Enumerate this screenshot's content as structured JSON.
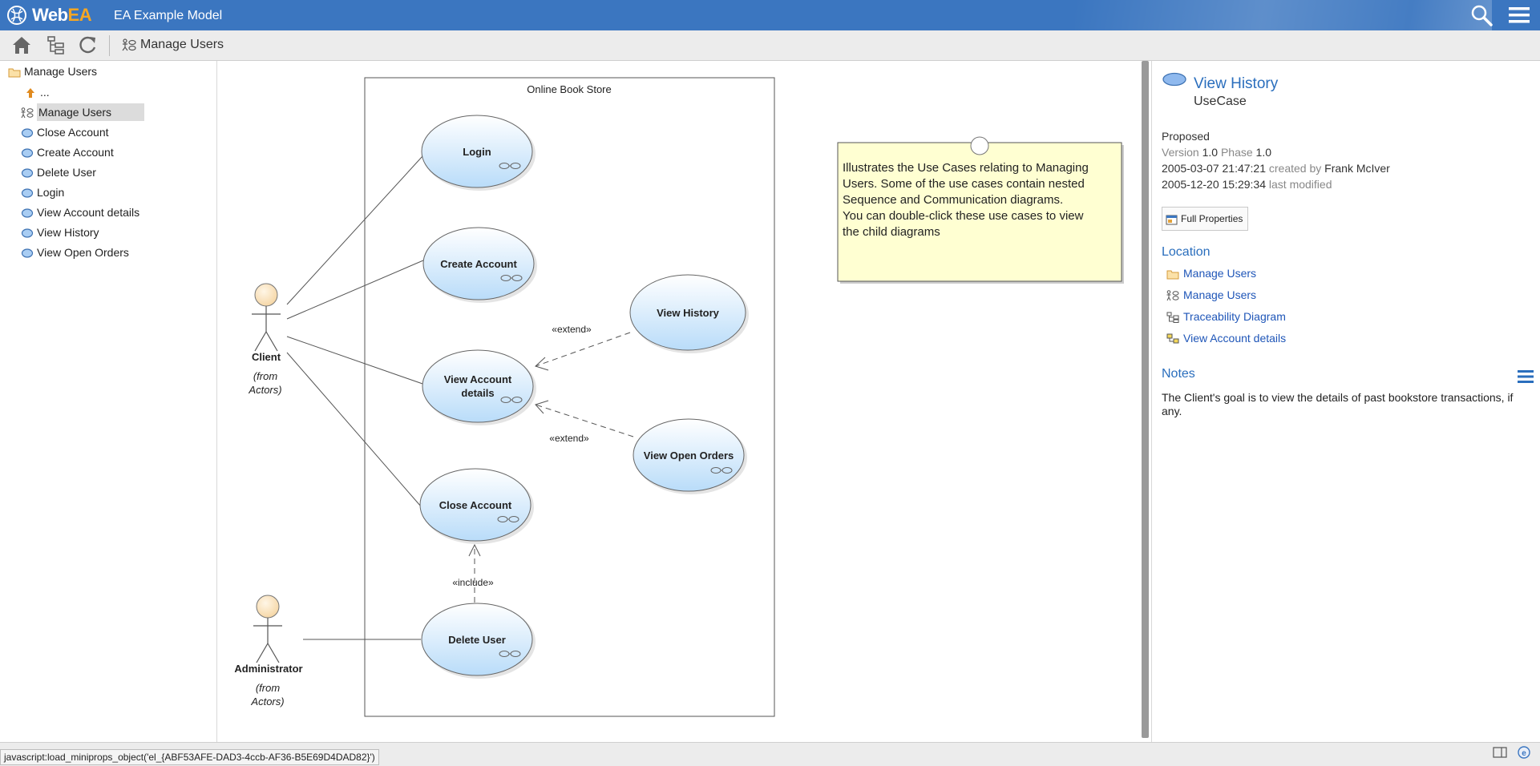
{
  "header": {
    "logo_text": "Web",
    "logo_accent": "EA",
    "model_title": "EA Example Model",
    "search_icon": "search-icon",
    "menu_icon": "hamburger-menu-icon",
    "brand_color": "#3b76c0",
    "accent_color": "#f6a623"
  },
  "toolbar": {
    "home_icon": "home-icon",
    "browser_icon": "tree-view-icon",
    "refresh_icon": "refresh-icon",
    "breadcrumb_icon": "usecase-diagram-icon",
    "breadcrumb": "Manage Users"
  },
  "tree": {
    "root": "Manage Users",
    "up": "...",
    "items": [
      {
        "label": "Manage Users",
        "icon": "diagram-icon",
        "selected": true
      },
      {
        "label": "Close Account",
        "icon": "usecase-icon"
      },
      {
        "label": "Create Account",
        "icon": "usecase-icon"
      },
      {
        "label": "Delete User",
        "icon": "usecase-icon"
      },
      {
        "label": "Login",
        "icon": "usecase-icon"
      },
      {
        "label": "View Account details",
        "icon": "usecase-icon"
      },
      {
        "label": "View History",
        "icon": "usecase-icon"
      },
      {
        "label": "View Open Orders",
        "icon": "usecase-icon"
      }
    ]
  },
  "diagram": {
    "boundary_title": "Online Book Store",
    "usecases": {
      "login": "Login",
      "create": "Create Account",
      "view_account_1": "View Account",
      "view_account_2": "details",
      "close": "Close Account",
      "delete": "Delete User",
      "history": "View History",
      "orders": "View Open Orders"
    },
    "actors": {
      "client": "Client",
      "client_from_1": "(from",
      "client_from_2": "Actors)",
      "admin": "Administrator",
      "admin_from_1": "(from",
      "admin_from_2": "Actors)"
    },
    "stereotypes": {
      "extend1": "«extend»",
      "extend2": "«extend»",
      "include": "«include»"
    },
    "note_lines": [
      "Illustrates the Use Cases relating to Managing",
      "Users. Some of the use cases contain nested",
      "Sequence and Communication diagrams.",
      "You can double-click these use cases to view",
      "the child diagrams"
    ],
    "usecase_fill": "#cfe6fb",
    "note_fill": "#ffffd2"
  },
  "properties": {
    "name": "View History",
    "type": "UseCase",
    "status": "Proposed",
    "version_label": "Version",
    "version": "1.0",
    "phase_label": "Phase",
    "phase": "1.0",
    "created": "2005-03-07 21:47:21",
    "created_by_label": "created by",
    "author": "Frank McIver",
    "modified": "2005-12-20 15:29:34",
    "modified_label": "last modified",
    "full_properties": "Full Properties",
    "location_title": "Location",
    "location": [
      {
        "label": "Manage Users",
        "icon": "package-folder-icon"
      },
      {
        "label": "Manage Users",
        "icon": "usecase-diagram-icon"
      },
      {
        "label": "Traceability Diagram",
        "icon": "traceability-diagram-icon"
      },
      {
        "label": "View Account details",
        "icon": "composite-diagram-icon"
      }
    ],
    "notes_title": "Notes",
    "notes": "The Client's goal is to view the details of past bookstore transactions, if any."
  },
  "status": {
    "url": "javascript:load_miniprops_object('el_{ABF53AFE-DAD3-4ccb-AF36-B5E69D4DAD82}')"
  }
}
